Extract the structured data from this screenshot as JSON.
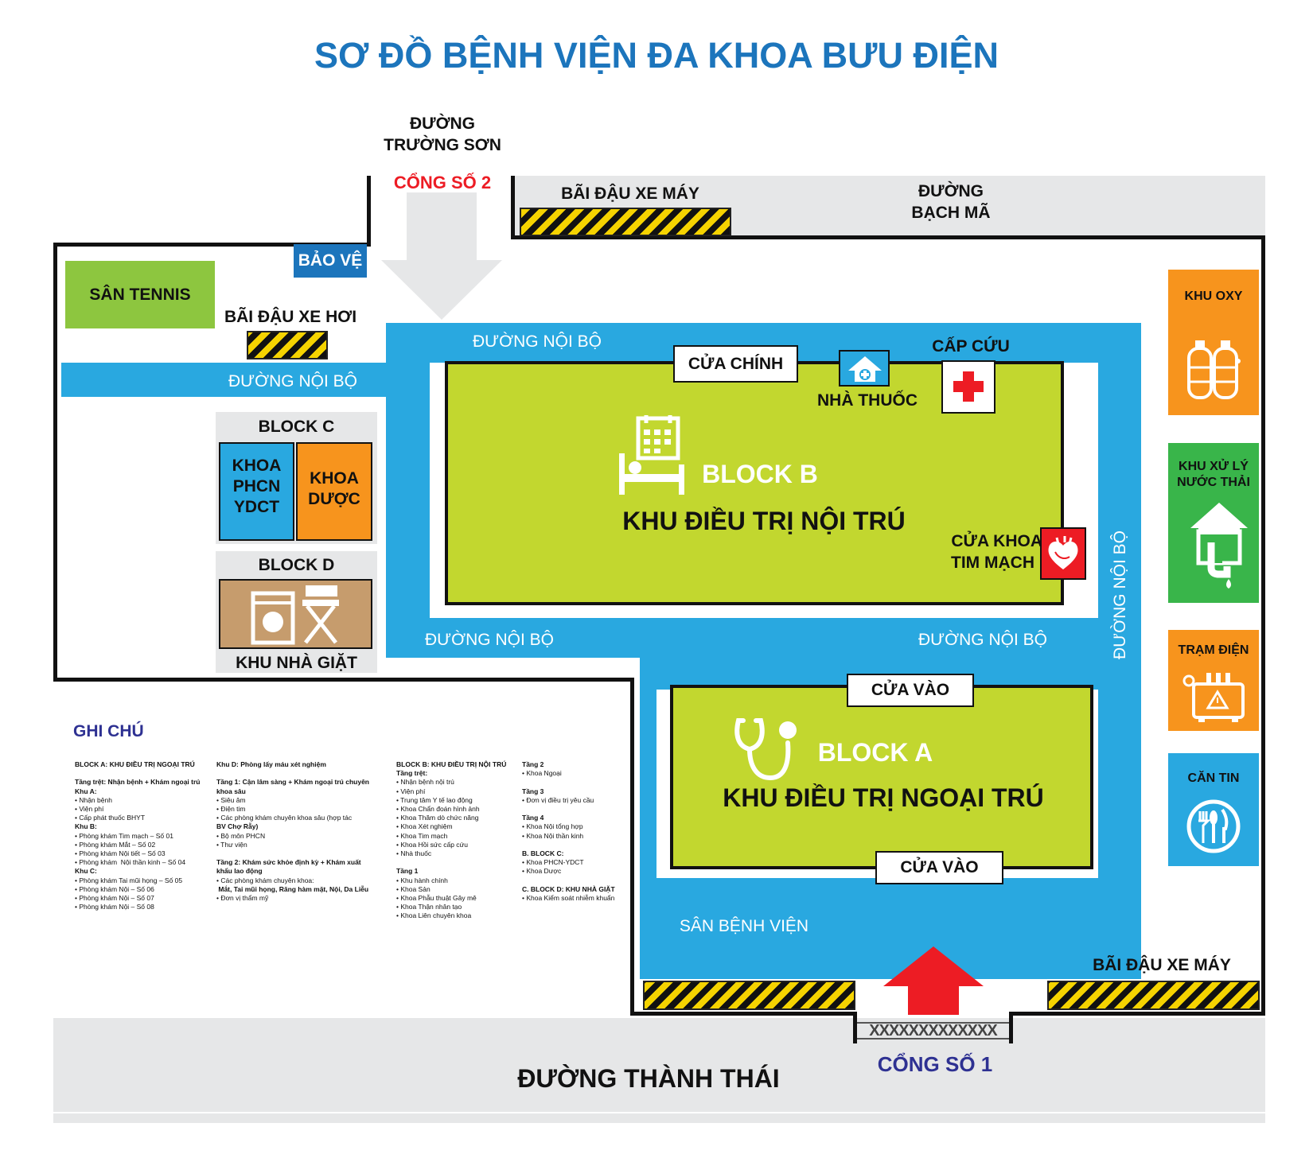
{
  "title": "SƠ ĐỒ BỆNH VIỆN ĐA KHOA BƯU ĐIỆN",
  "streets": {
    "truong_son": [
      "ĐƯỜNG",
      "TRƯỜNG SƠN"
    ],
    "bach_ma": [
      "ĐƯỜNG",
      "BẠCH MÃ"
    ],
    "thanh_thai": "ĐƯỜNG THÀNH THÁI"
  },
  "gates": {
    "gate2": "CỔNG SỐ 2",
    "gate1": "CỔNG SỐ 1"
  },
  "parking": {
    "moto_top": "BÃI ĐẬU XE MÁY",
    "car": "BÃI ĐẬU XE HƠI",
    "moto_bottom": "BÃI ĐẬU XE MÁY"
  },
  "places": {
    "tennis": "SÂN TENNIS",
    "guard": "BẢO VỆ",
    "internal_road": "ĐƯỜNG NỘI BỘ",
    "yard": "SÂN BỆNH VIỆN",
    "pharmacy": "NHÀ THUỐC",
    "emergency": "CẤP CỨU",
    "cardio_door": [
      "CỬA KHOA",
      "TIM MẠCH"
    ]
  },
  "blocks": {
    "b": {
      "name": "BLOCK B",
      "desc": "KHU ĐIỀU TRỊ NỘI TRÚ",
      "door": "CỬA CHÍNH"
    },
    "a": {
      "name": "BLOCK A",
      "desc": "KHU ĐIỀU TRỊ NGOẠI TRÚ",
      "door_top": "CỬA VÀO",
      "door_bottom": "CỬA VÀO"
    },
    "c": {
      "name": "BLOCK C",
      "left": [
        "KHOA",
        "PHCN",
        "YDCT"
      ],
      "right": [
        "KHOA",
        "DƯỢC"
      ]
    },
    "d": {
      "name": "BLOCK D",
      "desc": "KHU NHÀ GIẶT"
    }
  },
  "services": {
    "oxy": "KHU OXY",
    "water": [
      "KHU XỬ LÝ",
      "NƯỚC THẢI"
    ],
    "power": "TRẠM ĐIỆN",
    "canteen": "CĂN TIN"
  },
  "colors": {
    "title_blue": "#1c75bc",
    "inner_blue": "#29a8e0",
    "block_green": "#c2d72f",
    "tennis_green": "#8dc63f",
    "orange": "#f7941d",
    "red": "#ed1c24",
    "navy": "#2e3192",
    "laundry_brown": "#c69c6d",
    "water_green": "#39b54a",
    "road_grey": "#e6e7e8"
  },
  "legend": {
    "heading": "GHI CHÚ",
    "col1": [
      "BLOCK A: KHU ĐIỀU TRỊ NGOẠI TRÚ",
      "",
      "Tầng trệt: Nhận bệnh + Khám ngoại trú",
      "Khu A:",
      "• Nhận bệnh",
      "• Viện phí",
      "• Cấp phát thuốc BHYT",
      "Khu B:",
      "• Phòng khám Tim mạch – Số 01",
      "• Phòng khám Mắt – Số 02",
      "• Phòng khám Nội tiết – Số 03",
      "• Phòng khám  Nội thần kinh – Số 04",
      "Khu C:",
      "• Phòng khám Tai mũi họng – Số 05",
      "• Phòng khám Nội – Số 06",
      "• Phòng khám Nội – Số 07",
      "• Phòng khám Nội – Số 08"
    ],
    "col2": [
      "Khu D: Phòng lấy máu xét nghiệm",
      "",
      "Tầng 1: Cận lâm sàng + Khám ngoại trú chuyên",
      "khoa sâu",
      "• Siêu âm",
      "• Điện tim",
      "• Các phòng khám chuyên khoa sâu (hợp tác",
      "BV Chợ Rẫy)",
      "• Bộ môn PHCN",
      "• Thư viện",
      "",
      "Tầng 2: Khám sức khỏe định kỳ + Khám xuất",
      "khẩu lao động",
      "• Các phòng khám chuyên khoa:",
      " Mắt, Tai mũi họng, Răng hàm mặt, Nội, Da Liễu",
      "• Đơn vị thẩm mỹ"
    ],
    "col3": [
      "BLOCK B: KHU ĐIỀU TRỊ NỘI TRÚ",
      "Tầng trệt:",
      "• Nhận bệnh nội trú",
      "• Viện phí",
      "• Trung tâm Y tế lao động",
      "• Khoa Chẩn đoán hình ảnh",
      "• Khoa Thăm dò chức năng",
      "• Khoa Xét nghiệm",
      "• Khoa Tim mạch",
      "• Khoa Hồi sức cấp cứu",
      "• Nhà thuốc",
      "",
      "Tầng 1",
      "• Khu hành chính",
      "• Khoa Sản",
      "• Khoa Phẫu thuật Gây mê",
      "• Khoa Thận nhân tạo",
      "• Khoa Liên chuyên khoa"
    ],
    "col4": [
      "Tầng 2",
      "• Khoa Ngoại",
      "",
      "Tầng 3",
      "• Đơn vị điều trị yêu cầu",
      "",
      "Tầng 4",
      "• Khoa Nội tổng hợp",
      "• Khoa Nội thần kinh",
      "",
      "B. BLOCK C:",
      "• Khoa PHCN-YDCT",
      "• Khoa Dược",
      "",
      "C. BLOCK D: KHU NHÀ GIẶT",
      "• Khoa Kiểm soát nhiễm khuẩn"
    ]
  }
}
